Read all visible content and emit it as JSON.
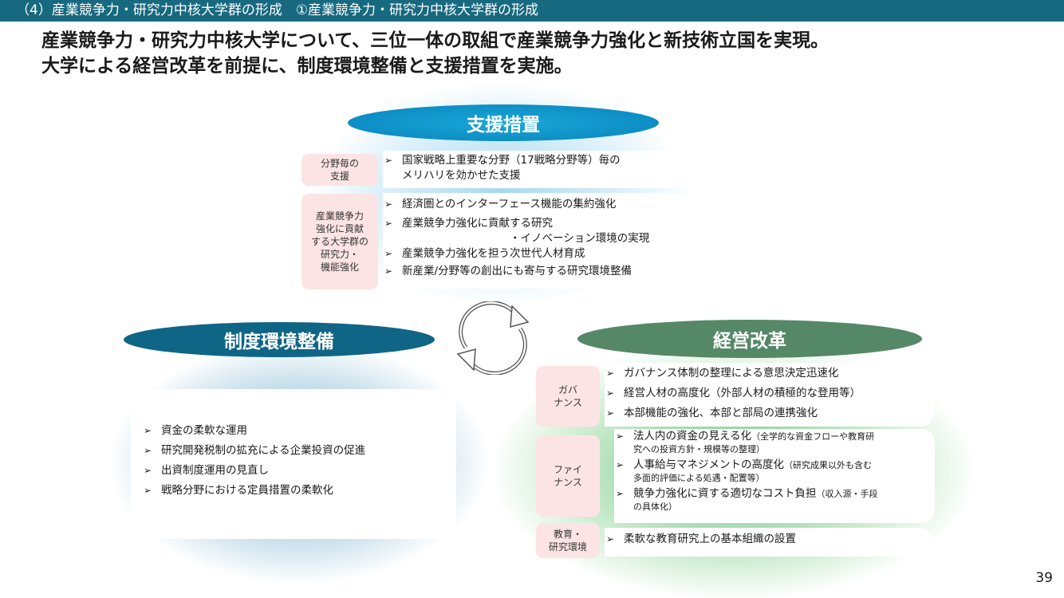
{
  "header": {
    "section_title": "（4）産業競争力・研究力中核大学群の形成　①産業競争力・研究力中核大学群の形成",
    "headline_line1": "産業競争力・研究力中核大学について、三位一体の取組で産業競争力強化と新技術立国を実現。",
    "headline_line2": "大学による経営改革を前提に、制度環境整備と支援措置を実施。"
  },
  "support": {
    "title": "支援措置",
    "group1_label": "分野毎の\n支援",
    "group1_item1": "国家戦略上重要な分野（17戦略分野等）毎の",
    "group1_item1b": "メリハリを効かせた支援",
    "group2_label": "産業競争力\n強化に貢献\nする大学群の\n研究力・\n機能強化",
    "group2_items": [
      "経済圏とのインターフェース機能の集約強化",
      "産業競争力強化に貢献する研究",
      "・イノベーション環境の実現",
      "産業競争力強化を担う次世代人材育成",
      "新産業/分野等の創出にも寄与する研究環境整備"
    ]
  },
  "seido": {
    "title": "制度環境整備",
    "items": [
      "資金の柔軟な運用",
      "研究開発税制の拡充による企業投資の促進",
      "出資制度運用の見直し",
      "戦略分野における定員措置の柔軟化"
    ]
  },
  "keiei": {
    "title": "経営改革",
    "gov_label": "ガバ\nナンス",
    "gov_items": [
      "ガバナンス体制の整理による意思決定迅速化",
      "経営人材の高度化（外部人材の積極的な登用等）",
      "本部機能の強化、本部と部局の連携強化"
    ],
    "fin_label": "ファイ\nナンス",
    "fin_items": [
      {
        "main": "法人内の資金の見える化",
        "note1": "（全学的な資金フローや教育研",
        "note2": "究への投資方針・規模等の整理）"
      },
      {
        "main": "人事給与マネジメントの高度化",
        "note1": "（研究成果以外も含む",
        "note2": "多面的評価による処遇・配置等）"
      },
      {
        "main": "競争力強化に資する適切なコスト負担",
        "note1": "（収入源・手段",
        "note2": "の具体化）"
      }
    ],
    "edu_label": "教育・\n研究環境",
    "edu_item": "柔軟な教育研究上の基本組織の設置"
  },
  "page": {
    "number": "39"
  },
  "icons": {
    "bullet": "arrow-bullet-icon",
    "cycle": "cycle-arrows-icon"
  },
  "colors": {
    "topbar": "#17697f",
    "support": "#0d8ec4",
    "seido": "#0f6585",
    "keiei": "#558866",
    "label_bg": "#fde4e4"
  }
}
